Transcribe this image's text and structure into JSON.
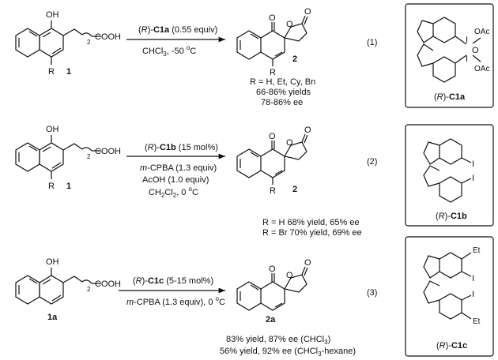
{
  "reaction1": {
    "num": "(1)",
    "reactant": {
      "oh": "OH",
      "chain_n": "2",
      "acid": "COOH",
      "r": "R",
      "number": "1"
    },
    "catalyst": {
      "prefix": "(",
      "r": "R",
      "mid": ")-",
      "id": "C1a",
      "amount": " (0.55 equiv)"
    },
    "conditions": [
      "CHCl",
      "3",
      ", -50 ",
      "o",
      "C"
    ],
    "product": {
      "o1": "O",
      "o2": "O",
      "o3": "O",
      "r": "R",
      "number": "2"
    },
    "scope": "R = H, Et, Cy, Bn",
    "yields": "66-86% yields",
    "ee": "78-86% ee",
    "catalyst_label": {
      "r": "R",
      "id": "C1a"
    },
    "catalyst_atoms": {
      "i1": "I",
      "i2": "I",
      "o": "O",
      "oac1": "OAc",
      "oac2": "OAc"
    }
  },
  "reaction2": {
    "num": "(2)",
    "reactant": {
      "oh": "OH",
      "chain_n": "2",
      "acid": "COOH",
      "r": "R",
      "number": "1"
    },
    "catalyst": {
      "r": "R",
      "id": "C1b",
      "amount": " (15 mol%)"
    },
    "conditions": [
      "m",
      "-CPBA (1.3 equiv)",
      "AcOH (1.0 equiv)",
      "CH",
      "2",
      "Cl",
      "2",
      ", 0 ",
      "o",
      "C"
    ],
    "product": {
      "o1": "O",
      "o2": "O",
      "o3": "O",
      "r": "R",
      "number": "2"
    },
    "results": [
      "R = H   68% yield, 65% ee",
      "R = Br  70% yield, 69% ee"
    ],
    "catalyst_label": {
      "r": "R",
      "id": "C1b"
    },
    "catalyst_atoms": {
      "i1": "I",
      "i2": "I"
    }
  },
  "reaction3": {
    "num": "(3)",
    "reactant": {
      "oh": "OH",
      "chain_n": "2",
      "acid": "COOH",
      "number": "1a"
    },
    "catalyst": {
      "r": "R",
      "id": "C1c",
      "amount": " (5-15 mol%)"
    },
    "conditions": [
      "m",
      "-CPBA (1.3 equiv), 0 ",
      "o",
      "C"
    ],
    "product": {
      "o1": "O",
      "o2": "O",
      "o3": "O",
      "number": "2a"
    },
    "results": [
      [
        "83% yield, 87% ee (CHCl",
        "3",
        ")"
      ],
      [
        "56% yield, 92% ee (CHCl",
        "3",
        "-hexane)"
      ]
    ],
    "catalyst_label": {
      "r": "R",
      "id": "C1c"
    },
    "catalyst_atoms": {
      "et1": "Et",
      "et2": "Et",
      "i1": "I",
      "i2": "I"
    }
  }
}
